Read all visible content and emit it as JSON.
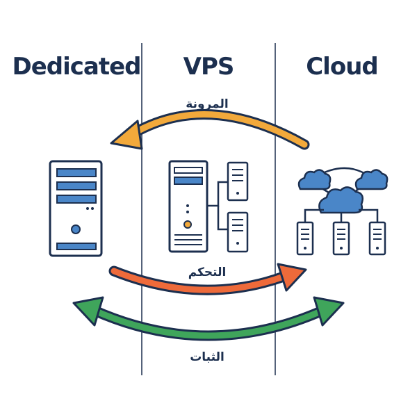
{
  "columns": {
    "dedicated": "Dedicated",
    "vps": "VPS",
    "cloud": "Cloud"
  },
  "arrows": {
    "flexibility": {
      "label": "المرونة",
      "color": "#f2a93b",
      "direction": "to-dedicated"
    },
    "control": {
      "label": "التحكم",
      "color": "#ee6a3a",
      "direction": "to-cloud"
    },
    "stability": {
      "label": "الثبات",
      "color": "#3fa55b",
      "direction": "both"
    }
  },
  "colors": {
    "outline": "#1c2f4f",
    "accent_blue": "#4a86c8",
    "accent_orange": "#f2a93b",
    "divider": "#1c2f4f"
  },
  "icons": {
    "dedicated": "tower-server-icon",
    "vps": "virtual-servers-icon",
    "cloud": "cloud-network-icon"
  }
}
